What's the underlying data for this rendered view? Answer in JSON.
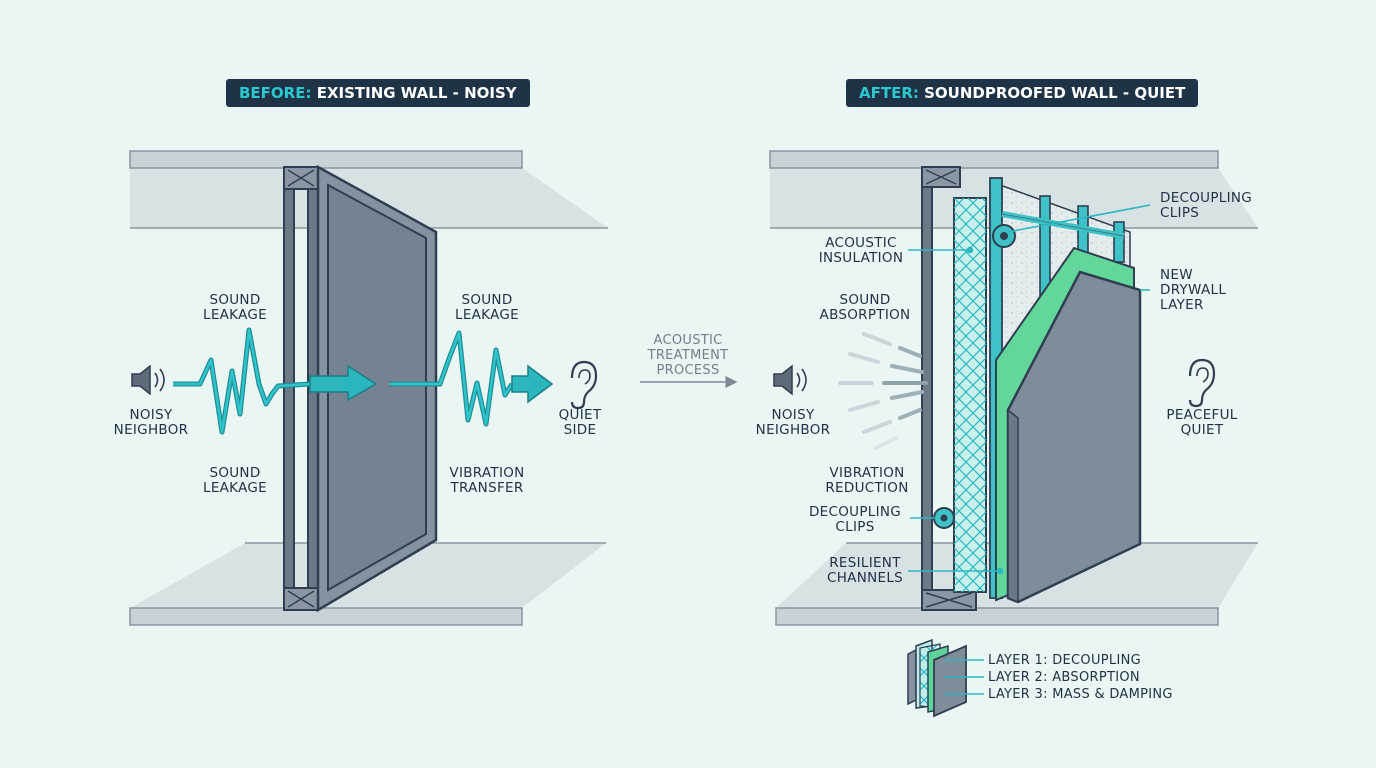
{
  "colors": {
    "background": "#eaf6f4",
    "badge_bg": "#1f3347",
    "badge_highlight": "#2bc8d0",
    "teal_wave": "#1fb5bb",
    "wall_gray": "#7a8896",
    "wall_outline": "#2f3f52",
    "insulation": "#bfeee9",
    "drywall_green": "#5fd39a",
    "text_dark": "#1f3146"
  },
  "before": {
    "badge_prefix": "BEFORE:",
    "badge_text": " EXISTING WALL - NOISY",
    "sound_leakage_top_left": [
      "SOUND",
      "LEAKAGE"
    ],
    "sound_leakage_top_right": [
      "SOUND",
      "LEAKAGE"
    ],
    "sound_leakage_bottom": [
      "SOUND",
      "LEAKAGE"
    ],
    "vibration_transfer": [
      "VIBRATION",
      "TRANSFER"
    ],
    "noisy_neighbor": [
      "NOISY",
      "NEIGHBOR"
    ],
    "quiet_side": [
      "QUIET",
      "SIDE"
    ],
    "icons": [
      "speaker-icon",
      "ear-icon"
    ]
  },
  "process": [
    "ACOUSTIC",
    "TREATMENT",
    "PROCESS"
  ],
  "after": {
    "badge_prefix": "AFTER:",
    "badge_text": " SOUNDPROOFED WALL - QUIET",
    "acoustic_insulation": [
      "ACOUSTIC",
      "INSULATION"
    ],
    "sound_absorption": [
      "SOUND",
      "ABSORPTION"
    ],
    "noisy_neighbor": [
      "NOISY",
      "NEIGHBOR"
    ],
    "vibration_reduction": [
      "VIBRATION",
      "REDUCTION"
    ],
    "decoupling_clips_left": [
      "DECOUPLING",
      "CLIPS"
    ],
    "resilient_channels": [
      "RESILIENT",
      "CHANNELS"
    ],
    "decoupling_clips_right": [
      "DECOUPLING",
      "CLIPS"
    ],
    "new_drywall_layer": [
      "NEW",
      "DRYWALL",
      "LAYER"
    ],
    "peaceful_quiet": [
      "PEACEFUL",
      "QUIET"
    ],
    "icons": [
      "speaker-icon",
      "ear-icon"
    ]
  },
  "legend": {
    "layer1": "LAYER 1: DECOUPLING",
    "layer2": "LAYER 2: ABSORPTION",
    "layer3": "LAYER 3: MASS & DAMPING"
  }
}
